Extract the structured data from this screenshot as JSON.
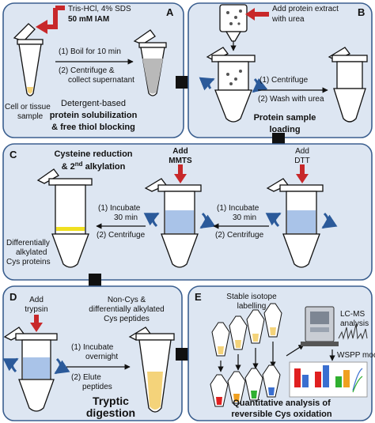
{
  "panel_a": {
    "label": "A",
    "reagent_line1": "Tris-HCl, 4% SDS",
    "reagent_line2": "50 mM IAM",
    "step1": "(1) Boil for 10 min",
    "step2_line1": "(2) Centrifuge &",
    "step2_line2": "collect supernatant",
    "sample_line1": "Cell or tissue",
    "sample_line2": "sample",
    "caption_line1": "Detergent-based",
    "caption_line2": "protein solubilization",
    "caption_line3": "& free thiol blocking"
  },
  "panel_b": {
    "label": "B",
    "add_line1": "Add protein extract",
    "add_line2": "with urea",
    "step1": "(1) Centrifuge",
    "step2": "(2) Wash with urea",
    "caption_line1": "Protein sample",
    "caption_line2": "loading"
  },
  "panel_c": {
    "label": "C",
    "title_line1": "Cysteine reduction",
    "title_line2_pre": "& 2",
    "title_line2_sup": "nd",
    "title_line2_post": " alkylation",
    "add_mmts_line1": "Add",
    "add_mmts_line2": "MMTS",
    "add_dtt_line1": "Add",
    "add_dtt_line2": "DTT",
    "left_step1": "(1)  Incubate",
    "left_step1b": "30 min",
    "left_step2": "(2) Centrifuge",
    "right_step1": "(1)  Incubate",
    "right_step1b": "30 min",
    "right_step2": "(2) Centrifuge",
    "out_line1": "Differentially",
    "out_line2": "alkylated",
    "out_line3": "Cys proteins"
  },
  "panel_d": {
    "label": "D",
    "add_line1": "Add",
    "add_line2": "trypsin",
    "prod_line1": "Non-Cys &",
    "prod_line2": "differentially alkylated",
    "prod_line3": "Cys peptides",
    "step1_line1": "(1)  Incubate",
    "step1_line2": "overnight",
    "step2_line1": "(2) Elute",
    "step2_line2": "peptides",
    "caption_line1": "Tryptic",
    "caption_line2": "digestion"
  },
  "panel_e": {
    "label": "E",
    "iso_line1": "Stable isotope",
    "iso_line2": "labelling",
    "ms_line1": "LC-MS",
    "ms_line2": "analysis",
    "model": "WSPP model",
    "caption_line1": "Quantitative analysis of",
    "caption_line2": "reversible Cys oxidation"
  },
  "colors": {
    "panel_fill": "#dde6f2",
    "panel_border": "#3b5f8f",
    "red_arrow": "#c8282a",
    "blue_rotation": "#2b5a9a",
    "liquid_blue": "#a9c3e8",
    "liquid_yellow": "#f4d37a"
  }
}
